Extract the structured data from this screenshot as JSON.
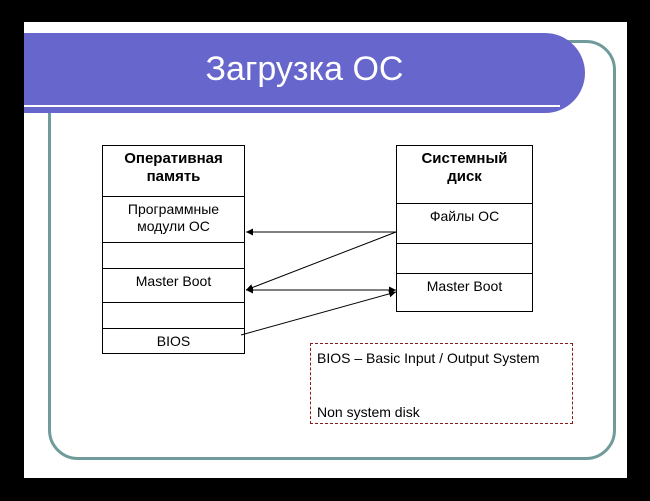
{
  "title": "Загрузка ОС",
  "ram_table": {
    "header": "Оперативная память",
    "cells": [
      "Программные модули ОС",
      "",
      "Master Boot",
      "",
      "BIOS"
    ]
  },
  "disk_table": {
    "header": "Системный диск",
    "cells": [
      "Файлы ОС",
      "",
      "Master Boot"
    ]
  },
  "notes": {
    "line1": "BIOS – Basic Input / Output System",
    "line2": "Non system disk"
  },
  "colors": {
    "title_bar": "#6666cc",
    "frame": "#6f9c9a",
    "note_border": "#8b1a1a"
  }
}
